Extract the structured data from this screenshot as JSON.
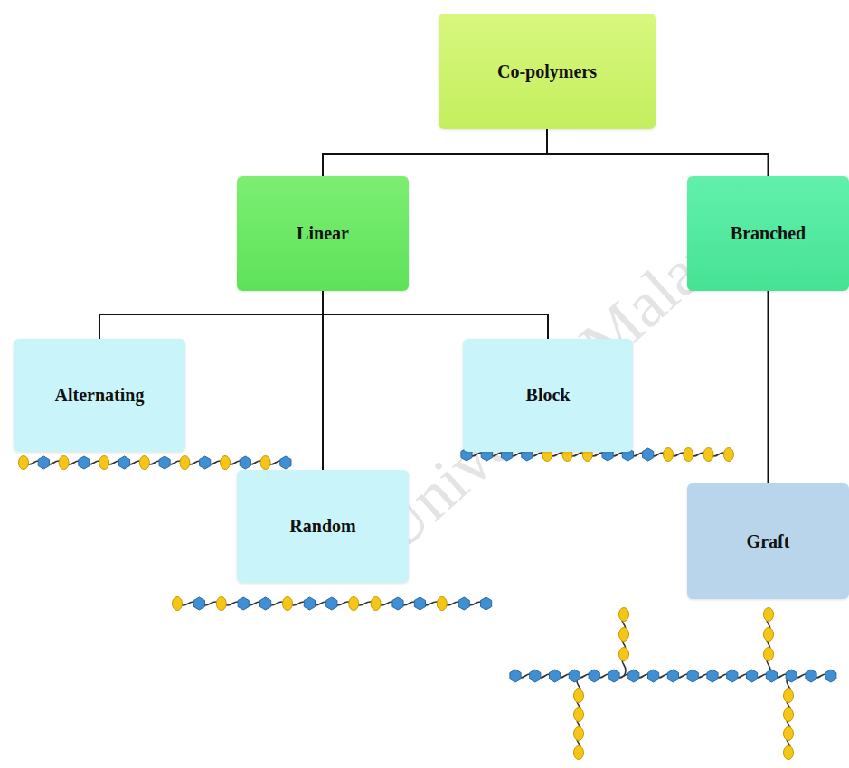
{
  "diagram": {
    "nodes": [
      {
        "text": [
          "Co-polymers"
        ]
      },
      {
        "text": [
          "Linear"
        ]
      },
      {
        "text": [
          "Branched"
        ]
      },
      {
        "text": [
          "Alternating"
        ]
      },
      {
        "text": [
          "Block"
        ]
      },
      {
        "text": [
          "Random"
        ]
      },
      {
        "text": [
          "Graft"
        ]
      }
    ],
    "edges": [
      {
        "from": 0,
        "to": 1,
        "arrow": "none"
      },
      {
        "from": 0,
        "to": 2,
        "arrow": "none"
      },
      {
        "from": 1,
        "to": 3,
        "arrow": "none"
      },
      {
        "from": 1,
        "to": 4,
        "arrow": "none"
      },
      {
        "from": 1,
        "to": 5,
        "arrow": "none"
      },
      {
        "from": 2,
        "to": 6,
        "arrow": "none"
      }
    ],
    "labels": [
      "Universiti Malaya"
    ]
  }
}
